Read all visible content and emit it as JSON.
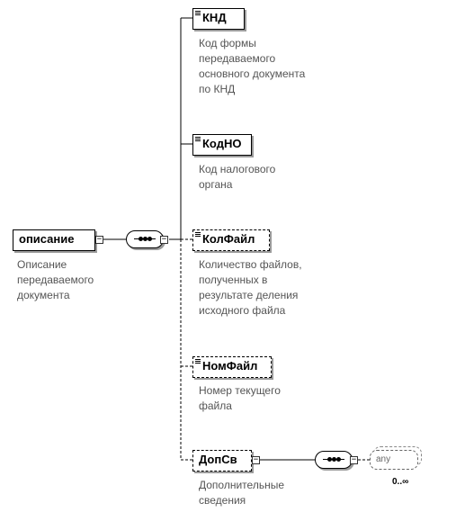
{
  "root": {
    "name": "описание",
    "description": "Описание\nпередаваемого\nдокумента"
  },
  "elements": [
    {
      "name": "КНД",
      "optional": false,
      "description": "Код формы\nпередаваемого\nосновного документа\nпо КНД"
    },
    {
      "name": "КодНО",
      "optional": false,
      "description": "Код налогового\nоргана"
    },
    {
      "name": "КолФайл",
      "optional": true,
      "description": "Количество файлов,\nполученных в\nрезультате деления\nисходного файла"
    },
    {
      "name": "НомФайл",
      "optional": true,
      "description": "Номер текущего\nфайла"
    },
    {
      "name": "ДопСв",
      "optional": true,
      "description": "Дополнительные\nсведения"
    }
  ],
  "wildcard": {
    "label": "any",
    "cardinality": "0..∞"
  },
  "symbols": {
    "collapse": "−",
    "expand": "+"
  }
}
